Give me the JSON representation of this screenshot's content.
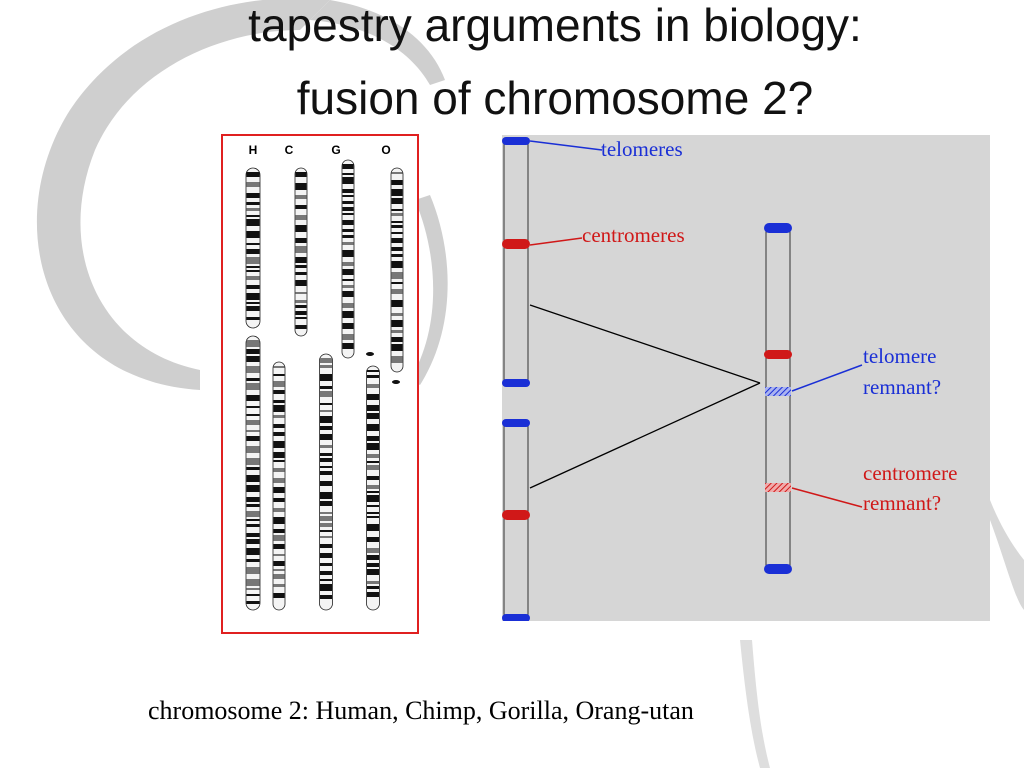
{
  "slide": {
    "title_line1": "tapestry arguments in biology:",
    "title_line2": "fusion of chromosome 2?",
    "caption": "chromosome 2: Human, Chimp, Gorilla, Orang-utan"
  },
  "karyotype": {
    "column_labels": [
      "H",
      "C",
      "G",
      "O"
    ],
    "border_color": "#e02020"
  },
  "diagram": {
    "labels": {
      "telomeres": "telomeres",
      "centromeres": "centromeres",
      "telomere_remnant_1": "telomere",
      "telomere_remnant_2": "remnant?",
      "centromere_remnant_1": "centromere",
      "centromere_remnant_2": "remnant?"
    },
    "colors": {
      "telomere": "#1a2fd6",
      "centromere": "#d01818",
      "background": "#d6d6d6"
    }
  }
}
